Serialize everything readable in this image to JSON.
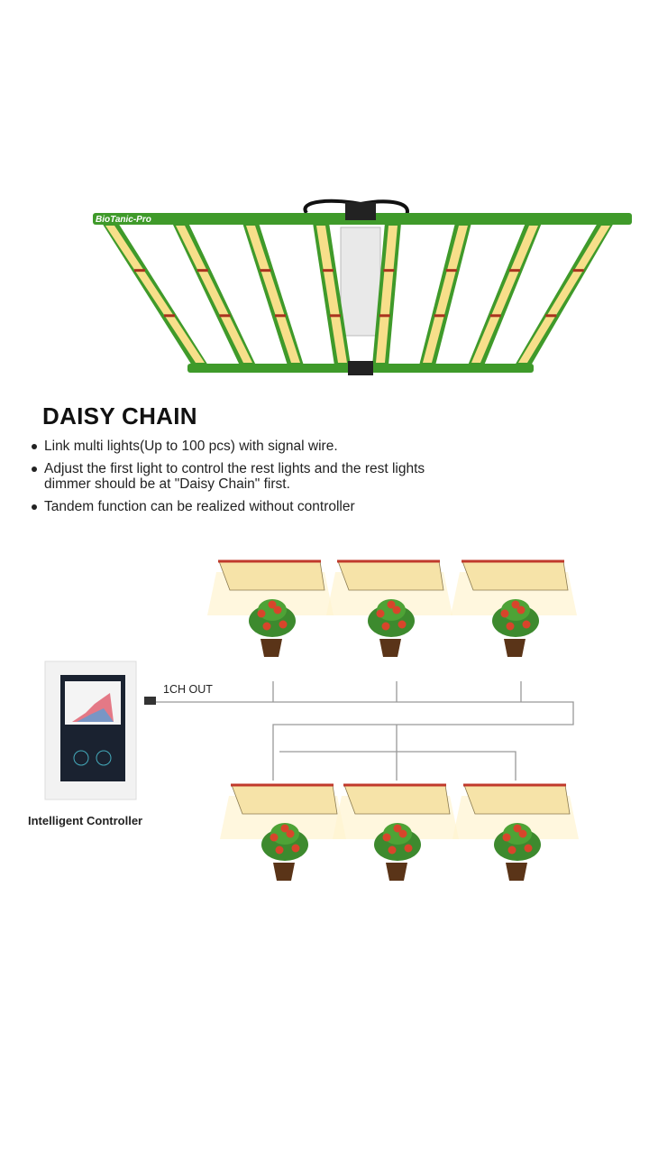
{
  "product": {
    "brand": "BioTanic-Pro"
  },
  "section": {
    "title": "DAISY CHAIN",
    "bullets": [
      "Link multi lights(Up to 100 pcs) with signal wire.",
      "Adjust the first light to control the rest lights and the rest lights dimmer should be at \"Daisy Chain\" first.",
      "Tandem function can be realized without controller"
    ]
  },
  "diagram": {
    "output_label": "1CH OUT",
    "controller_label": "Intelligent Controller"
  },
  "colors": {
    "frame_green": "#3f9a2a",
    "led_yellow": "#f7df8a",
    "line": "#999999"
  }
}
